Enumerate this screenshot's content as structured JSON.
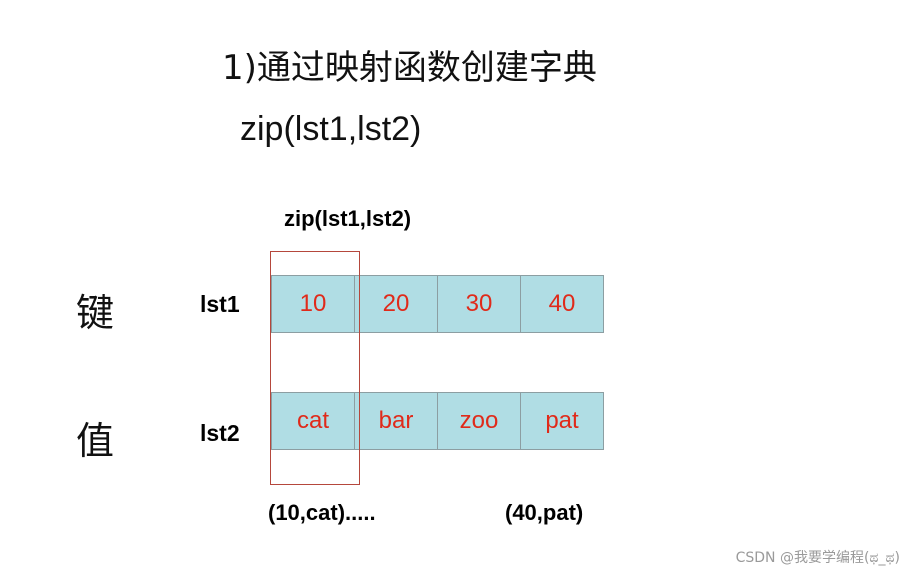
{
  "title": "1)通过映射函数创建字典",
  "subtitle": "zip(lst1,lst2)",
  "diagram": {
    "zip_label": "zip(lst1,lst2)",
    "key_label": "键",
    "value_label": "值",
    "lst1": {
      "name": "lst1",
      "cells": [
        "10",
        "20",
        "30",
        "40"
      ]
    },
    "lst2": {
      "name": "lst2",
      "cells": [
        "cat",
        "bar",
        "zoo",
        "pat"
      ]
    },
    "pair_first": "(10,cat).....",
    "pair_last": "(40,pat)"
  },
  "colors": {
    "cell_fill": "#b0dde4",
    "cell_text": "#e02a1a",
    "highlight_border": "#b5473c"
  },
  "watermark": "CSDN @我要学编程(ಥ_ಥ)"
}
